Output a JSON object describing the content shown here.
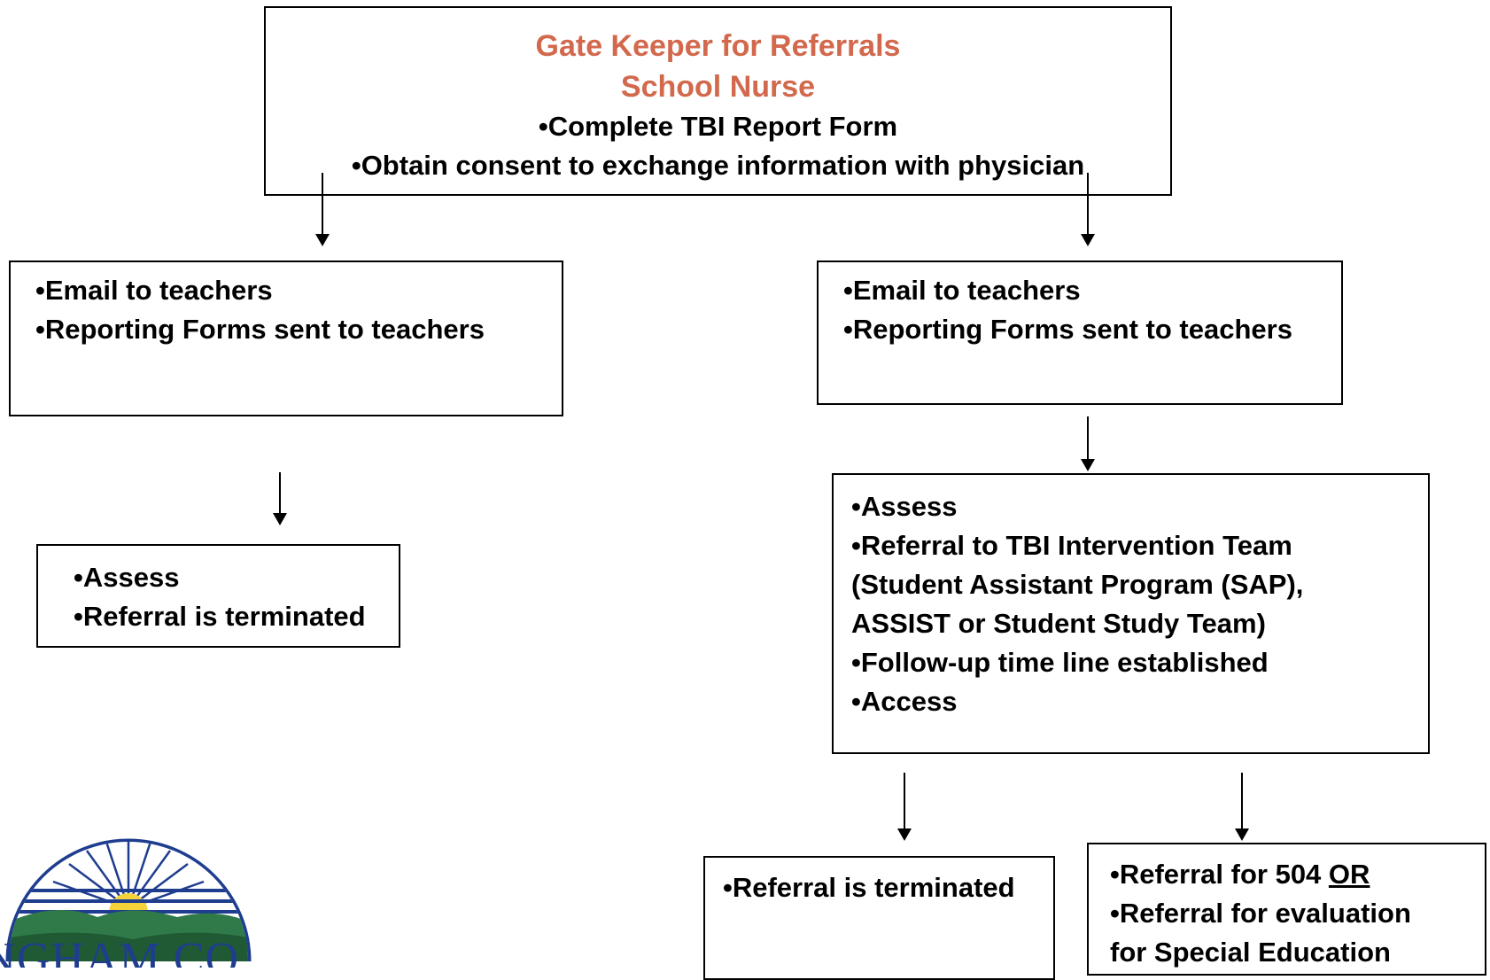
{
  "top": {
    "title_line1": "Gate Keeper for Referrals",
    "title_line2": "School Nurse",
    "item1": "•Complete TBI Report Form",
    "item2": "•Obtain consent to exchange information with physician"
  },
  "left_branch": {
    "box1_item1": "•Email to teachers",
    "box1_item2": "•Reporting Forms sent to teachers",
    "box2_item1": "•Assess",
    "box2_item2": "•Referral is terminated"
  },
  "right_branch": {
    "box1_item1": "•Email to teachers",
    "box1_item2": "•Reporting Forms sent to teachers",
    "box2_item1": "•Assess",
    "box2_item2": "•Referral to TBI Intervention Team",
    "box2_item3": "(Student Assistant Program (SAP),",
    "box2_item4": "ASSIST or  Student Study Team)",
    "box2_item5": "•Follow-up time line established",
    "box2_item6": "•Access"
  },
  "bottom": {
    "terminated": "•Referral is terminated",
    "ref504_prefix": "•Referral  for  504 ",
    "ref504_or": "OR",
    "evaluation_line1": "•Referral for evaluation",
    "evaluation_line2": "for Special Education"
  },
  "logo": {
    "text": "INGHAM CO"
  }
}
